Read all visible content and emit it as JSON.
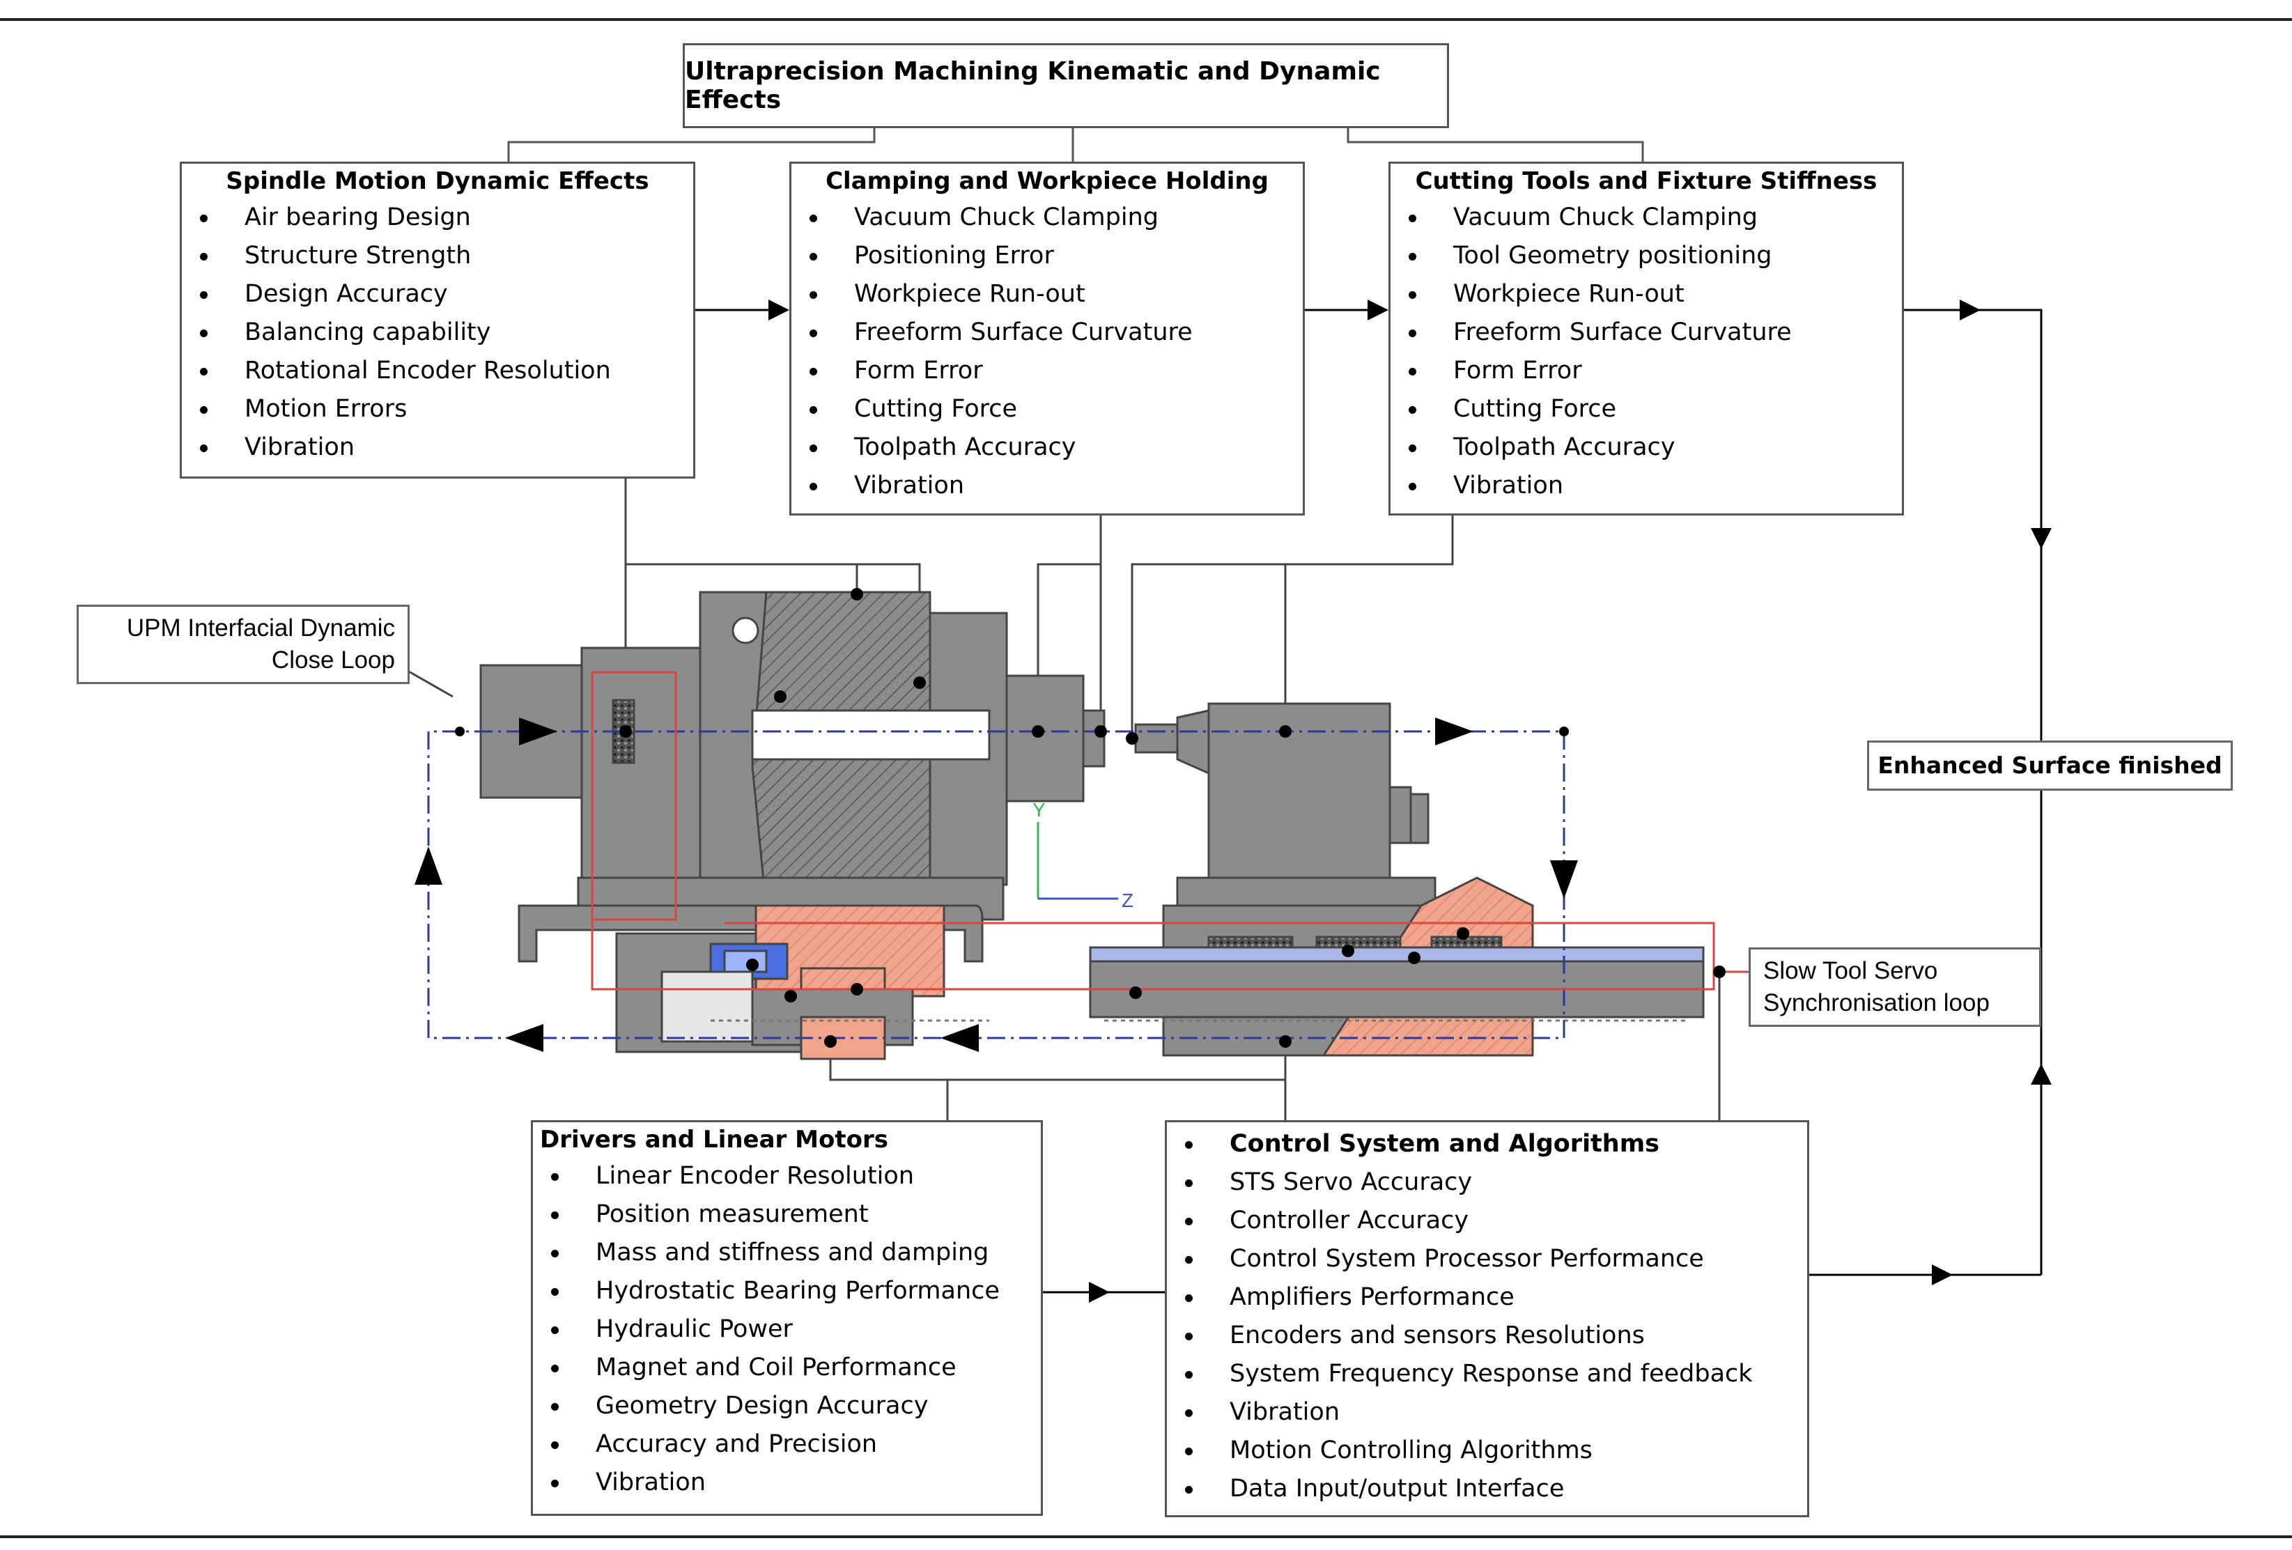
{
  "title": "Ultraprecision Machining Kinematic and Dynamic Effects",
  "boxes": {
    "spindle": {
      "heading": "Spindle Motion  Dynamic Effects",
      "items": [
        "Air bearing Design",
        "Structure Strength",
        "Design Accuracy",
        "Balancing capability",
        "Rotational Encoder Resolution",
        "Motion Errors",
        "Vibration"
      ]
    },
    "clamping": {
      "heading": "Clamping and Workpiece Holding",
      "items": [
        "Vacuum Chuck Clamping",
        "Positioning Error",
        "Workpiece Run-out",
        "Freeform Surface Curvature",
        "Form Error",
        "Cutting Force",
        "Toolpath Accuracy",
        "Vibration"
      ]
    },
    "cutting": {
      "heading": "Cutting Tools and Fixture Stiffness",
      "items": [
        "Vacuum Chuck Clamping",
        "Tool Geometry positioning",
        "Workpiece Run-out",
        "Freeform Surface Curvature",
        "Form Error",
        "Cutting Force",
        "Toolpath Accuracy",
        "Vibration"
      ]
    },
    "drivers": {
      "heading": "Drivers and Linear Motors",
      "items": [
        "Linear Encoder Resolution",
        "Position measurement",
        "Mass and stiffness and damping",
        "Hydrostatic Bearing Performance",
        "Hydraulic Power",
        "Magnet and Coil Performance",
        "Geometry Design Accuracy",
        "Accuracy and Precision",
        "Vibration"
      ]
    },
    "control": {
      "items": [
        "Control System and Algorithms",
        "STS Servo Accuracy",
        "Controller Accuracy",
        "Control System Processor Performance",
        "Amplifiers Performance",
        "Encoders and sensors Resolutions",
        "System Frequency Response and feedback",
        "Vibration",
        "Motion Controlling Algorithms",
        "Data Input/output Interface"
      ]
    }
  },
  "labels": {
    "upm_line1": "UPM Interfacial Dynamic",
    "upm_line2": "Close Loop",
    "sts_line1": "Slow Tool Servo",
    "sts_line2": "Synchronisation loop",
    "enhanced": "Enhanced Surface finished",
    "axis_y": "Y",
    "axis_z": "Z"
  },
  "colors": {
    "loop_blue": "#2b3a9e",
    "loop_red": "#d9473f",
    "machine_gray": "#8c8c8c",
    "bearing_salmon": "#f2a48a",
    "axis_green": "#3cb44b",
    "axis_blue": "#3a55c8"
  }
}
